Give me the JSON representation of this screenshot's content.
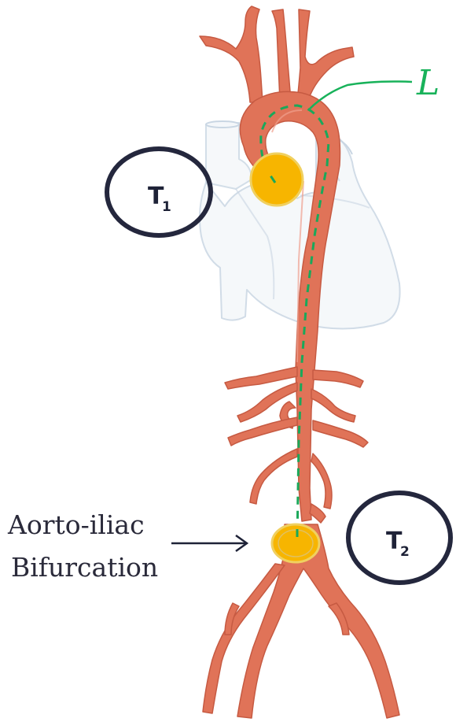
{
  "labels": {
    "t1_main": "T",
    "t1_sub": "1",
    "t2_main": "T",
    "t2_sub": "2",
    "path_length": "L",
    "bifurcation_line1": "Aorto-iliac",
    "bifurcation_line2": "Bifurcation"
  },
  "colors": {
    "aorta": "#e07358",
    "aorta_dark": "#c65a42",
    "heart_outline": "#c9d6e3",
    "heart_fill": "#f4f7fa",
    "marker_fill": "#f7b500",
    "marker_edge": "#f0d060",
    "path_dash": "#1aa85a",
    "l_color": "#18b25a",
    "circle_outline": "#24273d",
    "text": "#2a2a3a",
    "arrow": "#1e2237"
  }
}
